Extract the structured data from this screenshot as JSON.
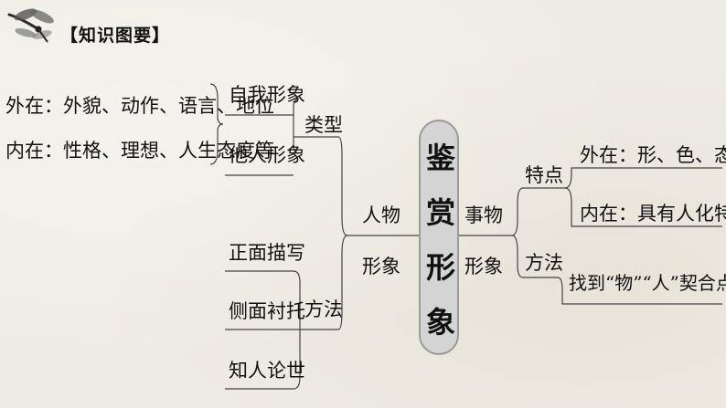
{
  "header": {
    "title": "【知识图要】",
    "icon": "dragonfly-icon"
  },
  "center": {
    "chars": [
      "鉴",
      "赏",
      "形",
      "象"
    ]
  },
  "left": {
    "main_line1": "人物",
    "main_line2": "形象",
    "types_label": "类型",
    "types": [
      "自我形象",
      "他人形象"
    ],
    "details": [
      "外在：外貌、动作、语言、地位",
      "内在：性格、理想、人生态度等"
    ],
    "methods_label": "方法",
    "methods": [
      "正面描写",
      "侧面衬托",
      "知人论世"
    ]
  },
  "right": {
    "main_line1": "事物",
    "main_line2": "形象",
    "features_label": "特点",
    "features": [
      "外在：形、色、态",
      "内在：具有人化特质"
    ],
    "methods_label": "方法",
    "method": "找到“物”“人”契合点"
  }
}
